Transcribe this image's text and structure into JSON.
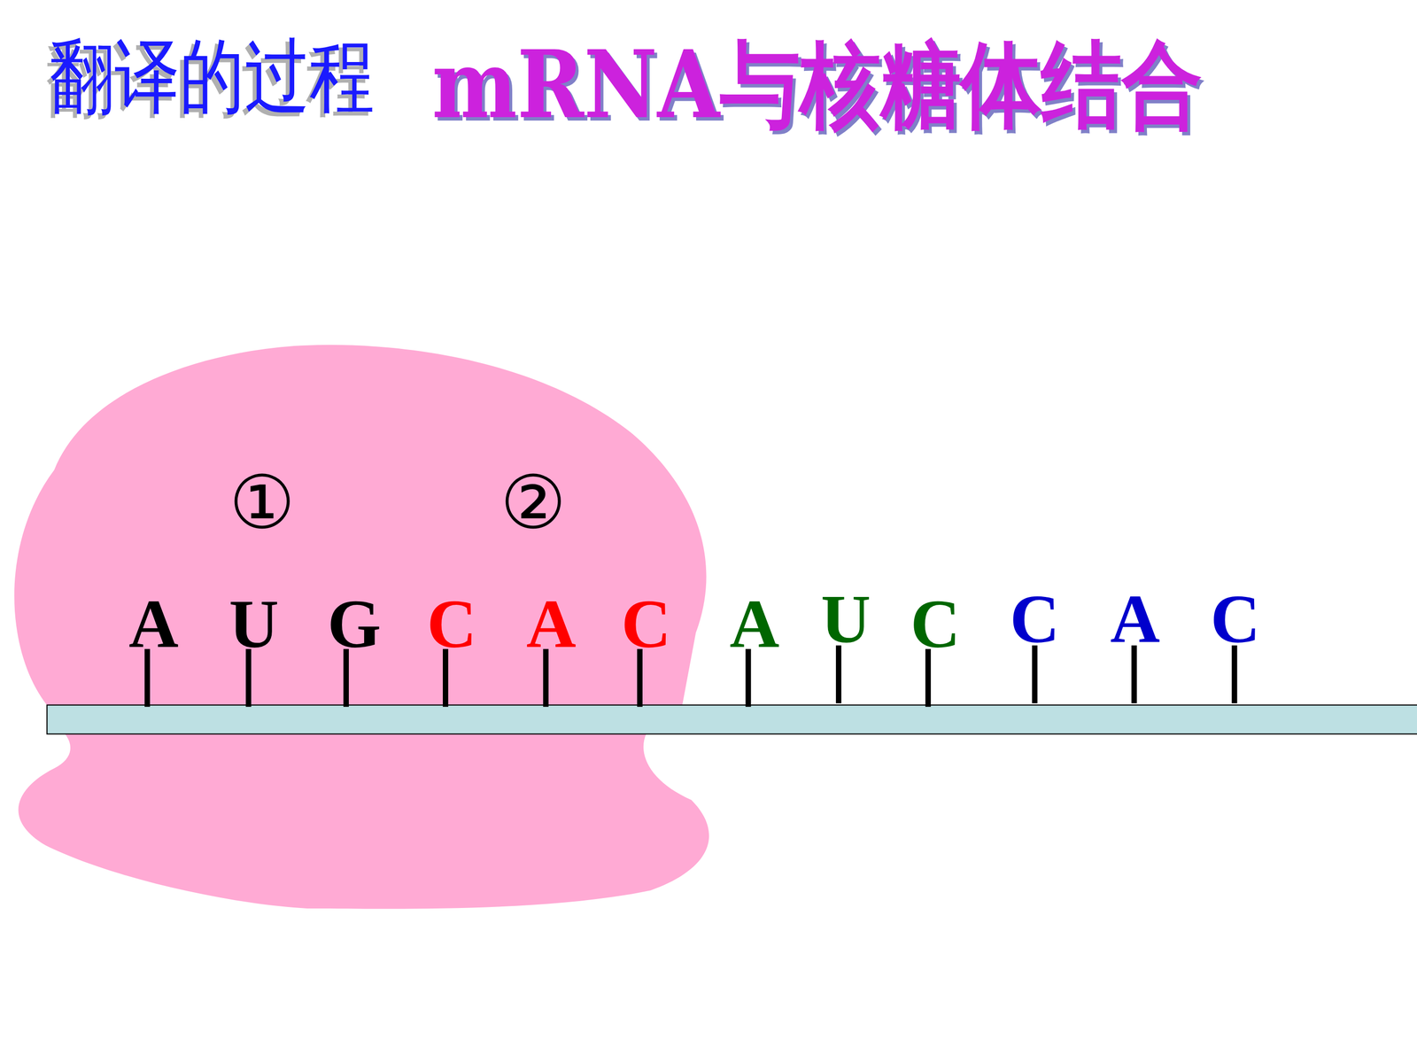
{
  "diagram": {
    "title": "翻译的过程",
    "labels": [
      "mRNA与核糖体结合",
      "①",
      "②",
      "A",
      "U",
      "G",
      "C",
      "A",
      "C",
      "A",
      "U",
      "C",
      "C",
      "A",
      "C"
    ]
  }
}
